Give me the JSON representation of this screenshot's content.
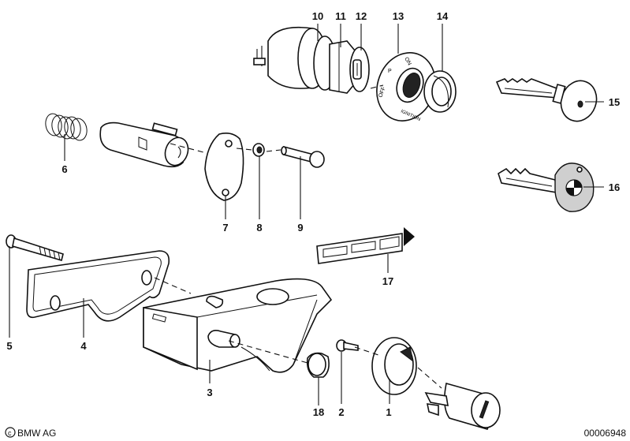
{
  "diagram": {
    "part_numbers": [
      "1",
      "2",
      "3",
      "4",
      "5",
      "6",
      "7",
      "8",
      "9",
      "10",
      "11",
      "12",
      "13",
      "14",
      "15",
      "16",
      "17",
      "18"
    ],
    "ring_lettering": [
      "P",
      "ON",
      "OFF",
      "IGNITION"
    ],
    "footer": {
      "copyright": "BMW AG",
      "image_number": "00006948"
    }
  }
}
